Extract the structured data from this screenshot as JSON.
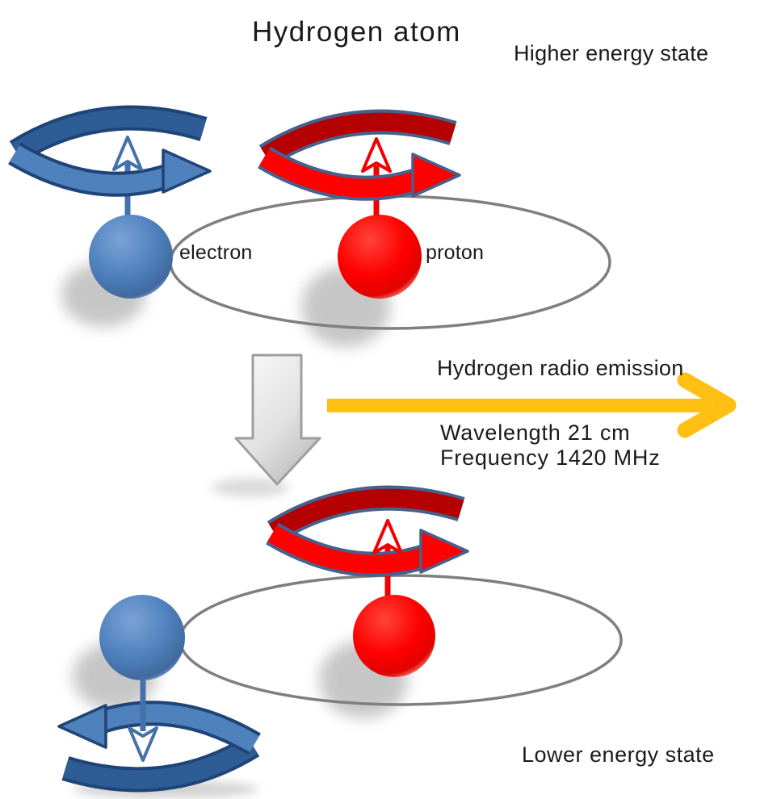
{
  "title": "Hydrogen atom",
  "labels": {
    "higher_state": "Higher energy state",
    "lower_state": "Lower energy state",
    "electron": "electron",
    "proton": "proton"
  },
  "emission": {
    "title": "Hydrogen radio emission",
    "wavelength": "Wavelength 21 cm",
    "frequency": "Frequency 1420 MHz"
  },
  "colors": {
    "electron_blue": "#4F81BD",
    "electron_blue_dark": "#2E5C94",
    "electron_loop_outline": "#1F4477",
    "proton_red": "#FE0000",
    "proton_red_dark": "#B40000",
    "proton_loop_outline": "#45618C",
    "orbit_gray": "#7F7F7F",
    "emission_yellow": "#FFC013",
    "transition_arrow_border": "#9E9E9E",
    "text": "#1A1A1A"
  }
}
